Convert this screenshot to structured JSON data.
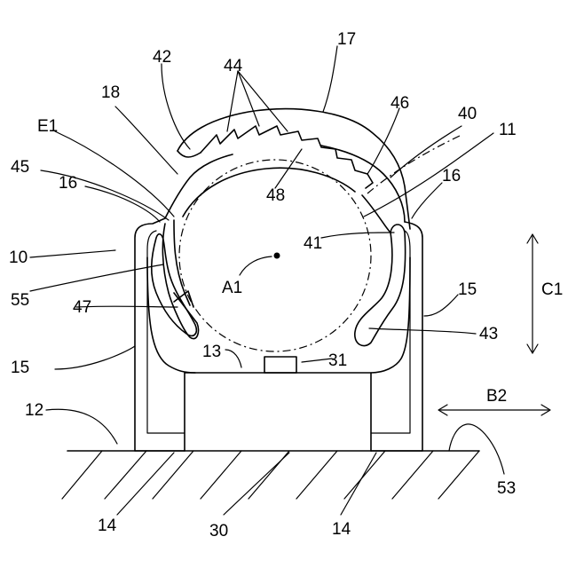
{
  "labels": {
    "l10": "10",
    "l11": "11",
    "l12": "12",
    "l13": "13",
    "l14a": "14",
    "l14b": "14",
    "l15a": "15",
    "l15b": "15",
    "l16a": "16",
    "l16b": "16",
    "l17": "17",
    "l18": "18",
    "l30": "30",
    "l31": "31",
    "l40": "40",
    "l41": "41",
    "l42": "42",
    "l43": "43",
    "l44": "44",
    "l45": "45",
    "l46": "46",
    "l47": "47",
    "l48": "48",
    "l53": "53",
    "l55": "55",
    "lA1": "A1",
    "lB2": "B2",
    "lC1": "C1",
    "lE1": "E1"
  }
}
